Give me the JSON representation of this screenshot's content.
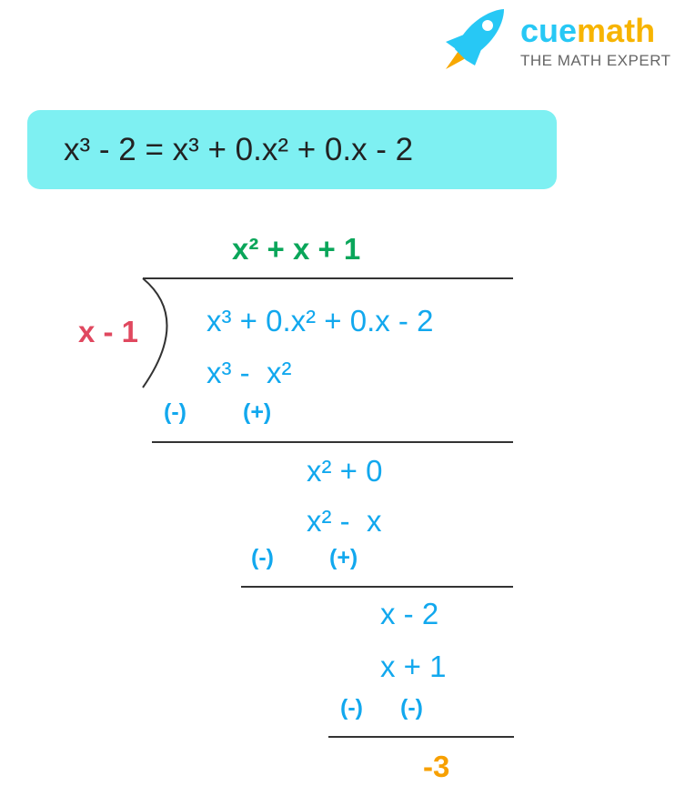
{
  "logo": {
    "brand_part1": "cue",
    "brand_part2": "math",
    "tagline": "THE MATH EXPERT"
  },
  "equation": "x³ - 2 = x³ + 0.x² + 0.x - 2",
  "division": {
    "quotient": "x² + x + 1",
    "divisor": "x - 1",
    "dividend": "x³ + 0.x² + 0.x - 2",
    "step1_subtract": "x³ -  x²",
    "step1_signs": [
      "(-)",
      "(+)"
    ],
    "step1_remainder": "x² + 0",
    "step2_subtract": "x² -  x",
    "step2_signs": [
      "(-)",
      "(+)"
    ],
    "step2_remainder": "x - 2",
    "step3_subtract": "x + 1",
    "step3_signs": [
      "(-)",
      "(-)"
    ],
    "final_remainder": "-3"
  },
  "colors": {
    "box": "#7ef0f2",
    "blue": "#12a8ee",
    "green": "#0aa65a",
    "red": "#e0485f",
    "orange": "#f7a000"
  }
}
